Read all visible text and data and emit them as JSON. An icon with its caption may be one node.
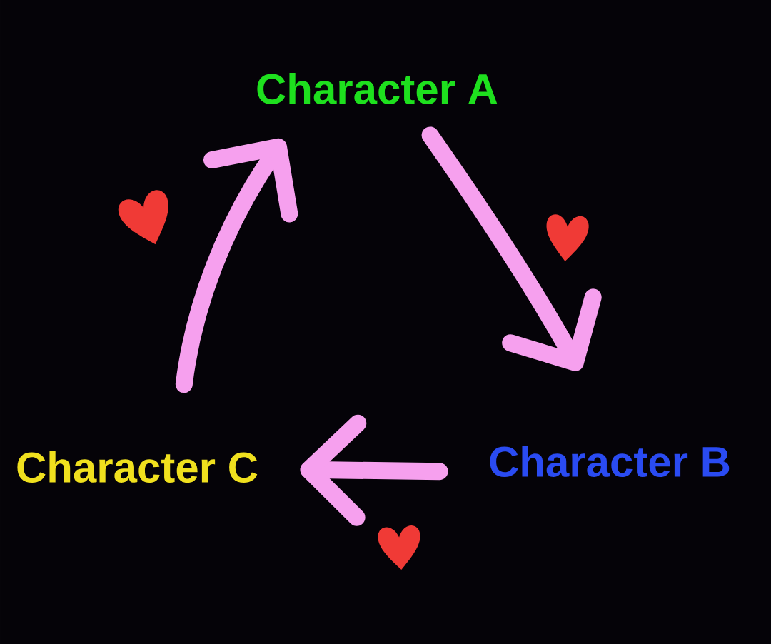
{
  "diagram": {
    "nodes": [
      {
        "text": [
          "Character A"
        ]
      },
      {
        "text": [
          "Character B"
        ]
      },
      {
        "text": [
          "Character C"
        ]
      }
    ],
    "edges": [
      {
        "from": 0,
        "to": 1,
        "arrow": "to"
      },
      {
        "from": 1,
        "to": 2,
        "arrow": "to"
      },
      {
        "from": 2,
        "to": 0,
        "arrow": "to"
      }
    ]
  }
}
